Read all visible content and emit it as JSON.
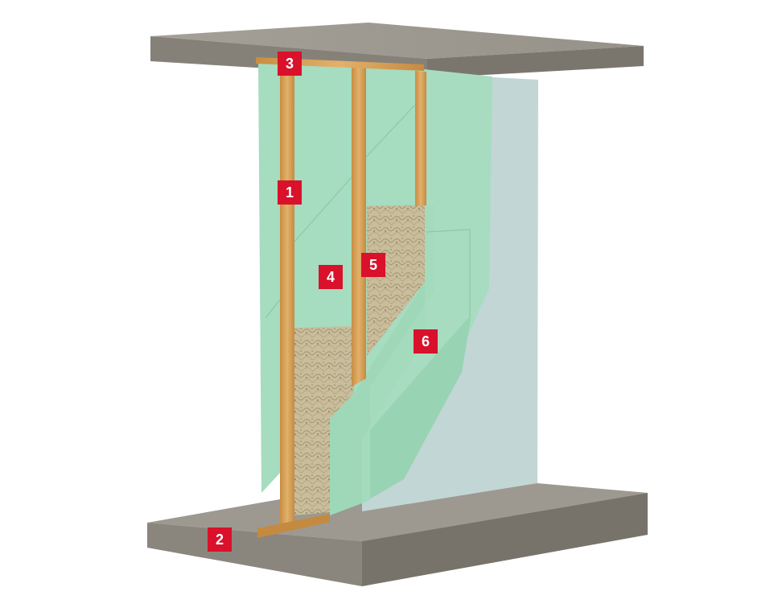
{
  "colors": {
    "callout_red": "#d9112b",
    "concrete_top": "#9d9990",
    "concrete_front": "#807c74",
    "board_green": "#a8dcc0",
    "board_green_edge": "#7fc7a4",
    "outer_board": "#c2d6d5",
    "timber": "#d8a45a",
    "insulation": "#c9bd9c"
  },
  "callouts": [
    {
      "id": "1",
      "label": "1"
    },
    {
      "id": "2",
      "label": "2"
    },
    {
      "id": "3",
      "label": "3"
    },
    {
      "id": "4",
      "label": "4"
    },
    {
      "id": "5",
      "label": "5"
    },
    {
      "id": "6",
      "label": "6"
    }
  ]
}
